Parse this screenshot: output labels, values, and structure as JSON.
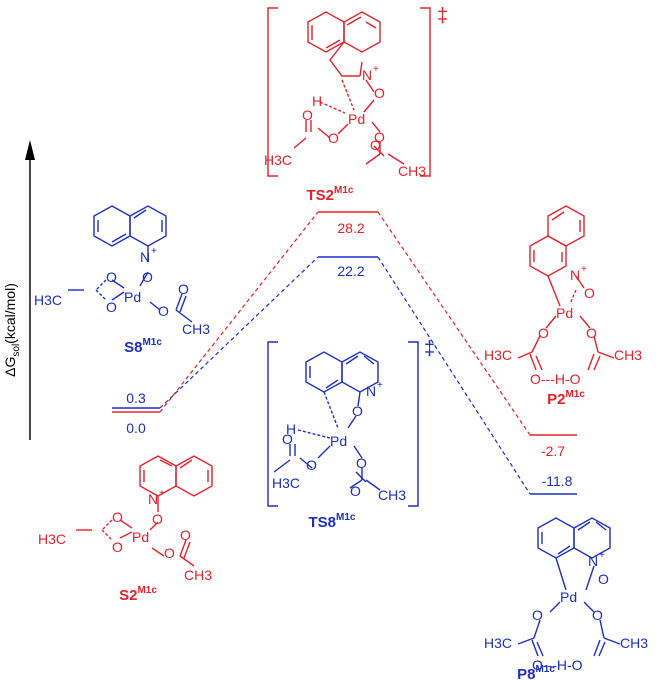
{
  "axis": {
    "label_main": "ΔG",
    "label_sub": "sol",
    "label_unit": "(kcal/mol)"
  },
  "colors": {
    "red": "#e8202a",
    "blue": "#1c2ec4",
    "black": "#000000"
  },
  "levels": {
    "s2_value": "0.0",
    "s8_value": "0.3",
    "ts2_value": "28.2",
    "ts8_value": "22.2",
    "p2_value": "-2.7",
    "p8_value": "-11.8"
  },
  "species": {
    "s8": {
      "name": "S8",
      "sup": "M1c"
    },
    "s2": {
      "name": "S2",
      "sup": "M1c"
    },
    "ts2": {
      "name": "TS2",
      "sup": "M1c"
    },
    "ts8": {
      "name": "TS8",
      "sup": "M1c"
    },
    "p2": {
      "name": "P2",
      "sup": "M1c"
    },
    "p8": {
      "name": "P8",
      "sup": "M1c"
    }
  },
  "atoms": {
    "n_plus": "N",
    "plus": "+",
    "o": "O",
    "pd": "Pd",
    "h": "H",
    "h3c": "H3C",
    "ch3": "CH3",
    "dagger": "‡",
    "hbond": "O---H-O"
  }
}
